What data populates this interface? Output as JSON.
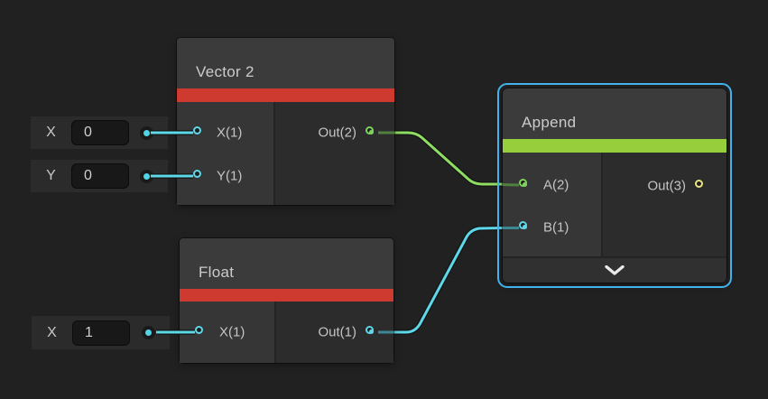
{
  "app": {
    "view": "shader-graph-canvas"
  },
  "colors": {
    "background": "#212121",
    "selection_outline": "#41B2EC",
    "wire_cyan": "#5CD8E8",
    "wire_green": "#8FDC63",
    "port_cyan": "#5CD8E8",
    "port_green": "#7ED45B",
    "port_yellow": "#EAE582",
    "category_bar_red": "#CE3A30",
    "category_bar_green": "#97CE3B"
  },
  "nodes": [
    {
      "title": "Vector 2",
      "category_color": "#CE3A30",
      "selected": false,
      "inputs": [
        {
          "label": "X(1)",
          "connected": true
        },
        {
          "label": "Y(1)",
          "connected": true
        }
      ],
      "outputs": [
        {
          "label": "Out(2)",
          "connected": true
        }
      ]
    },
    {
      "title": "Float",
      "category_color": "#CE3A30",
      "selected": false,
      "inputs": [
        {
          "label": "X(1)",
          "connected": true
        }
      ],
      "outputs": [
        {
          "label": "Out(1)",
          "connected": true
        }
      ]
    },
    {
      "title": "Append",
      "category_color": "#97CE3B",
      "selected": true,
      "inputs": [
        {
          "label": "A(2)",
          "connected": true
        },
        {
          "label": "B(1)",
          "connected": true
        }
      ],
      "outputs": [
        {
          "label": "Out(3)",
          "connected": false
        }
      ],
      "collapse_button": {
        "icon": "chevron-down"
      }
    }
  ],
  "port_value_widgets": [
    {
      "label": "X",
      "value": "0",
      "attached_to": "Vector 2 / X(1)"
    },
    {
      "label": "Y",
      "value": "0",
      "attached_to": "Vector 2 / Y(1)"
    },
    {
      "label": "X",
      "value": "1",
      "attached_to": "Float / X(1)"
    }
  ],
  "edges": [
    {
      "from": "Vector 2 / Out(2)",
      "to": "Append / A(2)",
      "color": "#8FDC63"
    },
    {
      "from": "Float / Out(1)",
      "to": "Append / B(1)",
      "color": "#5CD8E8"
    }
  ]
}
